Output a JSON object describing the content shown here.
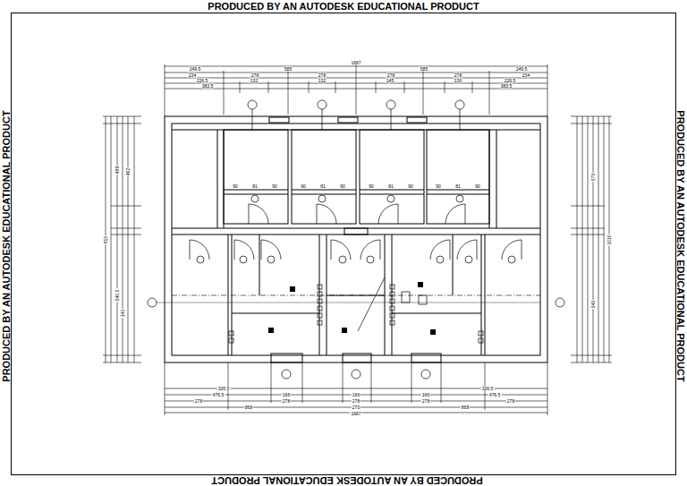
{
  "diagram": {
    "labels": [
      "PRODUCED BY AN AUTODESK EDUCATIONAL PRODUCT",
      "PRODUCED BY AN AUTODESK EDUCATIONAL PRODUCT",
      "PRODUCED BY AN AUTODESK EDUCATIONAL PRODUCT",
      "PRODUCED BY AN AUTODESK EDUCATIONAL PRODUCT",
      "1667",
      "249.5",
      "585",
      "585",
      "249.5",
      "234",
      "278",
      "278",
      "278",
      "278",
      "234",
      "226.5",
      "132",
      "132",
      "145",
      "130",
      "226.5",
      "383.5",
      "383.5",
      "326.5",
      "326.5",
      "476.5",
      "166",
      "166",
      "166",
      "476.5",
      "278",
      "278",
      "278",
      "278",
      "278",
      "868",
      "270",
      "868",
      "1667",
      "910",
      "499",
      "462",
      "545.5",
      "141",
      "1010",
      "575",
      "545",
      "90",
      "81",
      "90",
      "90",
      "81",
      "90",
      "90",
      "81",
      "90",
      "90",
      "81",
      "90"
    ]
  }
}
